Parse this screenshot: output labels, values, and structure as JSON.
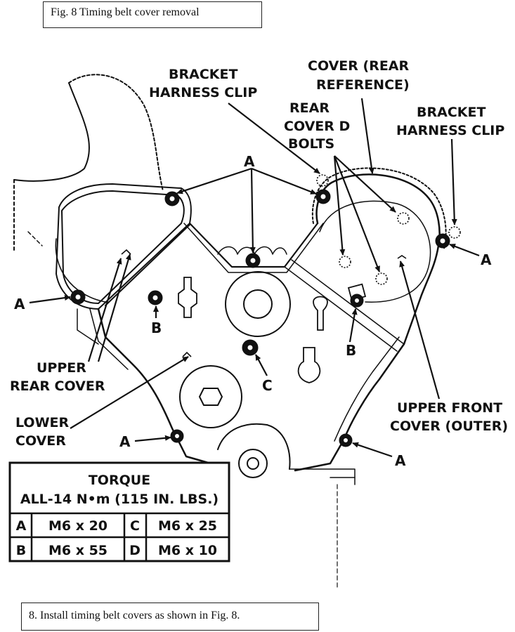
{
  "figure": {
    "caption": "Fig. 8 Timing belt cover removal",
    "instruction": "8. Install timing belt covers as shown in Fig. 8."
  },
  "labels": {
    "bracket_harness_clip_left": [
      "BRACKET",
      "HARNESS CLIP"
    ],
    "cover_rear_reference": [
      "COVER (REAR",
      "REFERENCE)"
    ],
    "rear_cover_d_bolts": [
      "REAR",
      "COVER D",
      "BOLTS"
    ],
    "bracket_harness_clip_right": [
      "BRACKET",
      "HARNESS CLIP"
    ],
    "upper_rear_cover": [
      "UPPER",
      "REAR COVER"
    ],
    "lower_cover": [
      "LOWER",
      "COVER"
    ],
    "upper_front_cover": [
      "UPPER FRONT",
      "COVER (OUTER)"
    ],
    "a": "A",
    "b": "B",
    "c": "C"
  },
  "torque_table": {
    "title": "TORQUE",
    "subtitle": "ALL-14 N•m (115 IN. LBS.)",
    "rows": [
      {
        "key1": "A",
        "val1": "M6 x 20",
        "key2": "C",
        "val2": "M6 x 25"
      },
      {
        "key1": "B",
        "val1": "M6 x 55",
        "key2": "D",
        "val2": "M6 x 10"
      }
    ]
  }
}
